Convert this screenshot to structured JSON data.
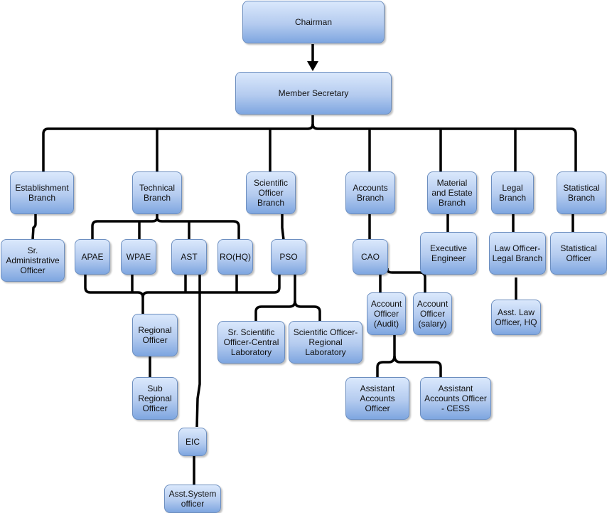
{
  "chart_title": "Organisation Chart",
  "nodes": {
    "chairman": "Chairman",
    "member_secretary": "Member Secretary",
    "establishment_branch": "Establishment Branch",
    "technical_branch": "Technical Branch",
    "scientific_officer_branch": "Scientific Officer Branch",
    "accounts_branch": "Accounts Branch",
    "material_estate_branch": "Material and Estate Branch",
    "legal_branch": "Legal Branch",
    "statistical_branch": "Statistical Branch",
    "sr_administrative_officer": "Sr. Administrative Officer",
    "apae": "APAE",
    "wpae": "WPAE",
    "ast": "AST",
    "ro_hq": "RO(HQ)",
    "pso": "PSO",
    "cao": "CAO",
    "executive_engineer": "Executive Engineer",
    "law_officer_legal_branch": "Law Officer-Legal Branch",
    "statistical_officer": "Statistical Officer",
    "account_officer_audit": "Account Officer (Audit)",
    "account_officer_salary": "Account Officer (salary)",
    "asst_law_officer_hq": "Asst. Law Officer, HQ",
    "regional_officer": "Regional Officer",
    "sr_scientific_officer_central_lab": "Sr. Scientific Officer-Central Laboratory",
    "scientific_officer_regional_lab": "Scientific Officer-Regional Laboratory",
    "sub_regional_officer": "Sub Regional Officer",
    "assistant_accounts_officer": "Assistant Accounts Officer",
    "assistant_accounts_officer_cess": "Assistant Accounts Officer - CESS",
    "eic": "EIC",
    "asst_system_officer": "Asst.System officer"
  },
  "colors": {
    "node_fill_top": "#dae8fc",
    "node_fill_bottom": "#7ea6e0",
    "node_border": "#6c8ebf",
    "connector": "#000000"
  }
}
